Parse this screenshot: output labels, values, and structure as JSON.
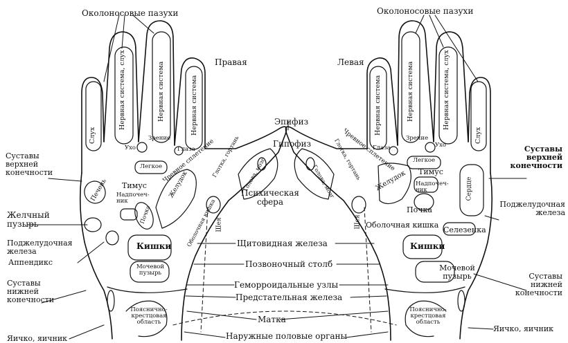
{
  "labels": {
    "nasal_sinuses_left": "Околоносовые пазухи",
    "nasal_sinuses_right": "Околоносовые пазухи",
    "right": "Правая",
    "left": "Левая",
    "hearing_r": "Слух",
    "hearing_l": "Слух",
    "nervous_hearing_r": "Нервная система, слух",
    "nervous_hearing_l": "Нервная система, слух",
    "nervous_r1": "Нервная система",
    "nervous_r2": "Нервная система",
    "nervous_l1": "Нервная система",
    "nervous_l2": "Нервная система",
    "ear_r": "Ухо",
    "ear_l": "Ухо",
    "vision_r": "Зрение",
    "vision_l": "Зрение",
    "eyes_r": "Глаза",
    "eyes_l": "Глаза",
    "epiphysis": "Эпифиз",
    "hypophysis": "Гипофиз",
    "joints_upper_r": "Суставы верхней конечности",
    "joints_upper_l": "Суставы верхней конечности",
    "lung_r": "Легкое",
    "lung_l": "Легкое",
    "thymus_r": "Тимус",
    "thymus_l": "Тимус",
    "adrenal_r": "Надпочеч-ник",
    "adrenal_l": "Надпочеч-ник",
    "solar_r": "Чревное сплетение",
    "solar_l": "Чревное сплетение",
    "throat_r": "Глотка, гортань",
    "throat_l": "Глотка, гортань",
    "head_brain_r": "Голова, мозг",
    "head_brain_l": "Голова, мозг",
    "psychic": "Психическая сфера",
    "liver": "Печень",
    "heart": "Сердце",
    "stomach_r": "Желудок",
    "stomach_l": "Желудок",
    "kidney_r": "Почка",
    "kidney_l": "Почка",
    "gallbladder": "Желчный пузырь",
    "pancreas_r": "Поджелудочная железа",
    "pancreas_l": "Поджелудочная железа",
    "duodenum_r": "Оболочная кишка",
    "duodenum_l": "Оболочная кишка",
    "spleen": "Селезенка",
    "neck_r": "Шея",
    "neck_l": "Шея",
    "appendix": "Аппендикс",
    "intestines_r": "Кишки",
    "intestines_l": "Кишки",
    "thyroid": "Щитовидная железа",
    "spine": "Позвоночный столб",
    "bladder_r": "Мочевой пузырь",
    "bladder_l": "Мочевой пузырь",
    "joints_lower_r": "Суставы нижней конечности",
    "joints_lower_l": "Суставы нижней конечности",
    "hemorrhoid": "Геморроидальные узлы",
    "prostate": "Предстательная железа",
    "lumbosacral_r": "Пояснично-крестцовая область",
    "lumbosacral_l": "Пояснично-крестцовая область",
    "uterus": "Матка",
    "testicle_r": "Яичко, яичник",
    "testicle_l": "Яичко, яичник",
    "genitals": "Наружные половые органы"
  }
}
